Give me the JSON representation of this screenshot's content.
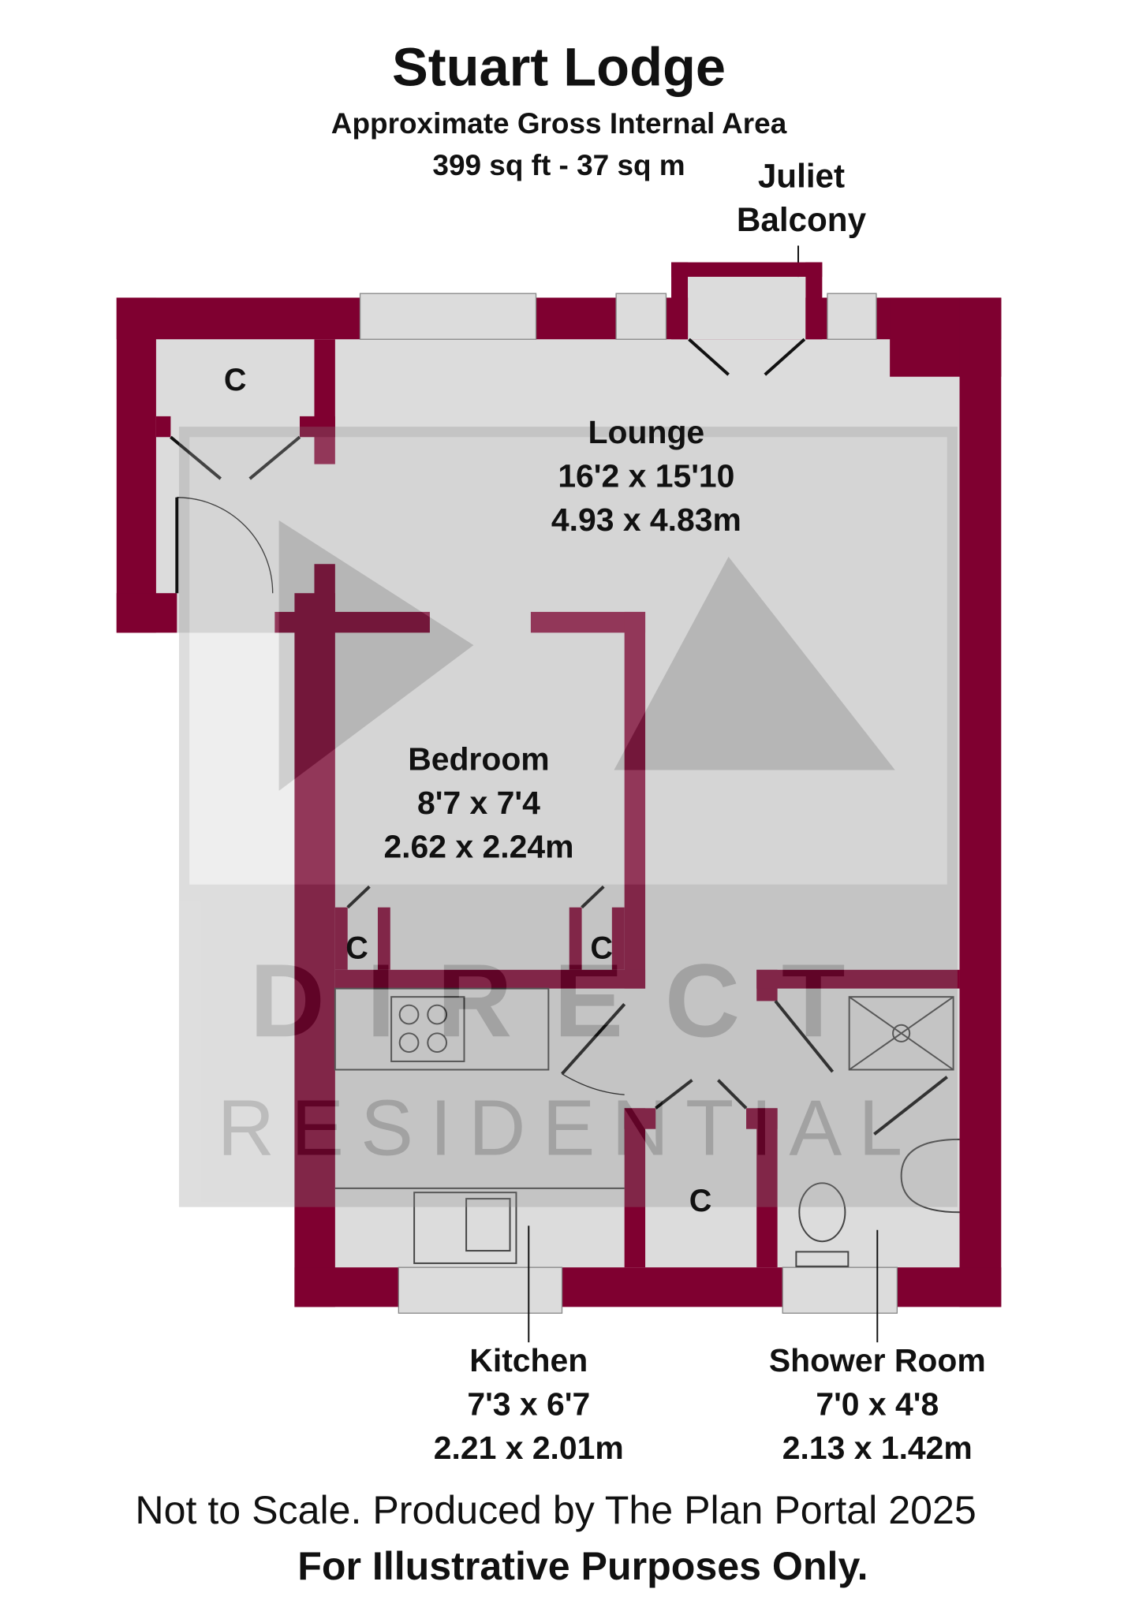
{
  "header": {
    "title": "Stuart Lodge",
    "subtitle": "Approximate Gross Internal Area",
    "area": "399 sq ft - 37 sq m"
  },
  "annotations": {
    "balcony_line1": "Juliet",
    "balcony_line2": "Balcony"
  },
  "rooms": [
    {
      "name": "Lounge",
      "imperial": "16'2 x 15'10",
      "metric": "4.93 x 4.83m"
    },
    {
      "name": "Bedroom",
      "imperial": "8'7 x 7'4",
      "metric": "2.62 x 2.24m"
    },
    {
      "name": "Kitchen",
      "imperial": "7'3 x 6'7",
      "metric": "2.21 x 2.01m"
    },
    {
      "name": "Shower Room",
      "imperial": "7'0 x 4'8",
      "metric": "2.13 x 1.42m"
    }
  ],
  "cupboard_label": "C",
  "footer": {
    "line1": "Not to Scale. Produced by The Plan Portal 2025",
    "line2": "For Illustrative Purposes Only."
  },
  "watermark": {
    "line1": "DIRECT",
    "line2": "RESIDENTIAL"
  },
  "colors": {
    "wall": "#7f0030",
    "floor": "#dcdcdc",
    "text": "#111111"
  }
}
